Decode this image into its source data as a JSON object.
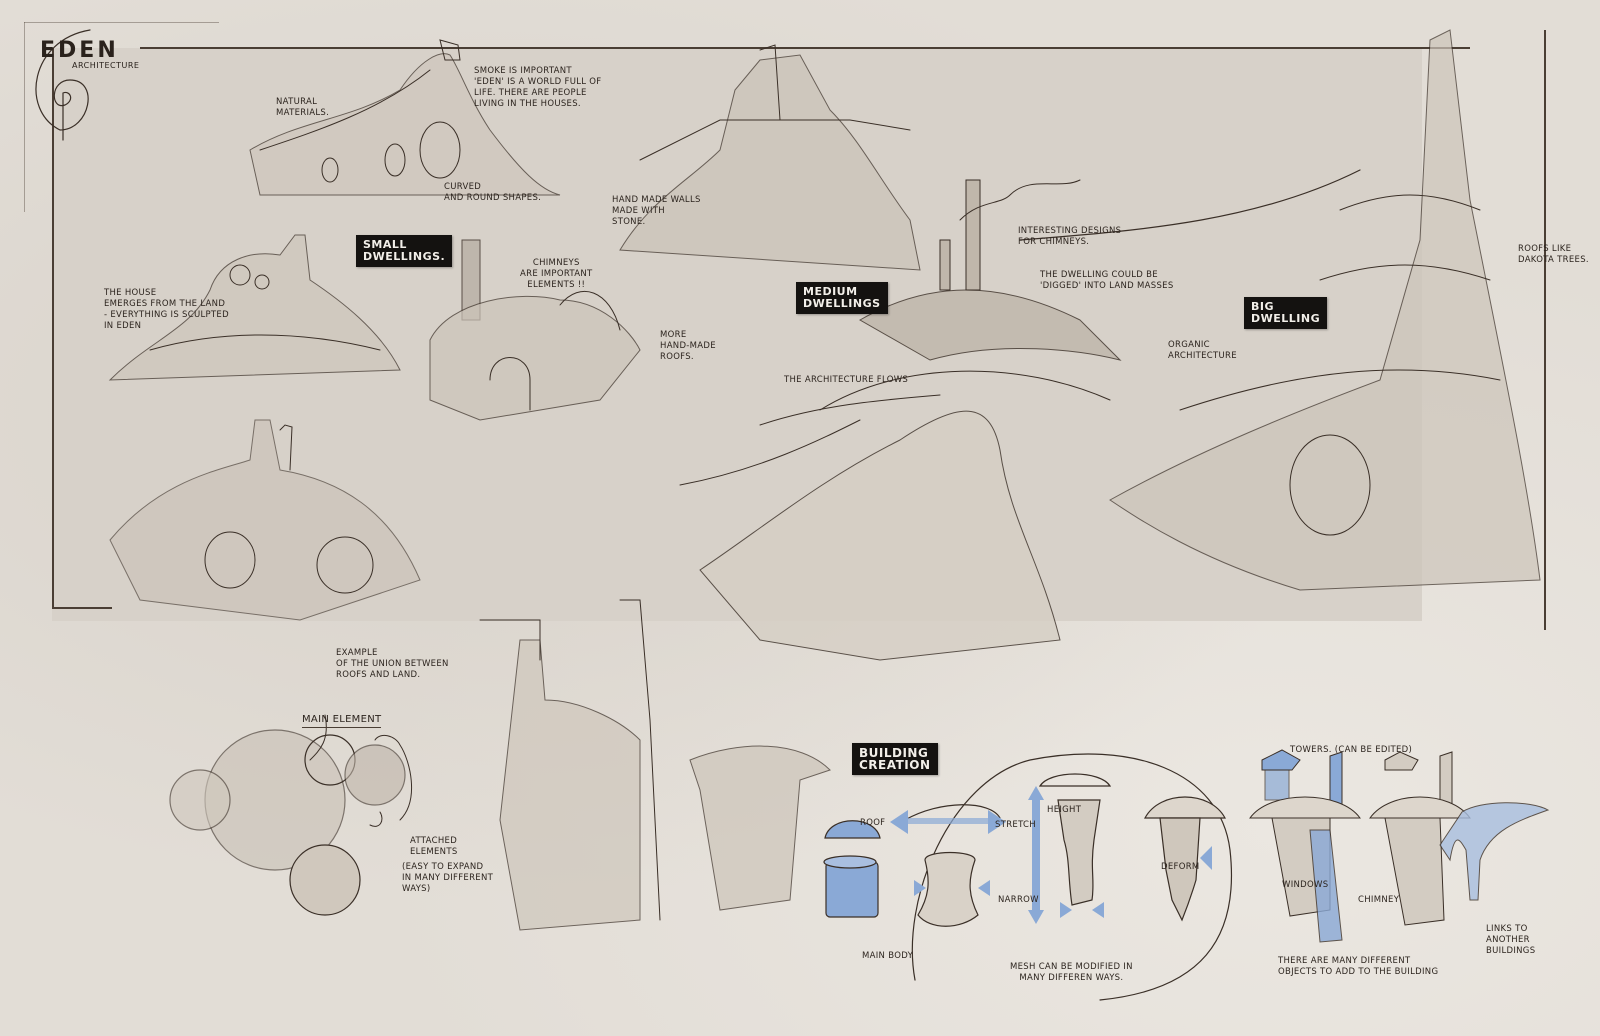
{
  "header": {
    "title": "EDEN",
    "subtitle": "Architecture"
  },
  "sections": {
    "small_dwellings": "SMALL\nDWELLINGS.",
    "medium_dwellings": "MEDIUM\nDWELLINGS",
    "big_dwelling": "BIG\nDWELLING",
    "building_creation": "BUILDING\nCREATION"
  },
  "annotations": {
    "natural_materials": "Natural\nmaterials.",
    "smoke_important": "Smoke is important\n'Eden' is a world full of\nlife. There are people\nliving in the houses.",
    "curved_round": "Curved\nand round shapes.",
    "house_emerges": "The house\nemerges from the land\n- everything is sculpted\nin Eden",
    "chimneys_important": "Chimneys\nare important\nelements !!",
    "more_handmade_roofs": "More\nhand-made\nroofs.",
    "handmade_walls": "Hand made walls\nmade with\nstone.",
    "interesting_chimneys": "Interesting designs\nfor chimneys.",
    "digged_dwelling": "The dwelling could be\n'digged' into land masses",
    "organic_architecture": "Organic\narchitecture",
    "architecture_flows": "The architecture flows",
    "roofs_dakota": "Roofs like\ndakota trees.",
    "union_roofs_land": "Example\nof the union between\nroofs and land.",
    "main_element": "Main Element",
    "attached_elements": "Attached\nelements",
    "easy_expand": "(Easy to expand\nin many different\nways)"
  },
  "building_creation": {
    "roof": "Roof",
    "main_body": "Main body",
    "stretch": "Stretch",
    "narrow": "Narrow",
    "height": "Height",
    "deform": "Deform",
    "mesh_note": "Mesh can be modified in\nmany differen ways.",
    "towers": "Towers. (can be edited)",
    "windows": "Windows",
    "chimney": "Chimney",
    "links": "Links to\nanother\nbuildings",
    "objects_note": "There are many different\nobjects to add to the building"
  },
  "colors": {
    "paper": "#e2ddd6",
    "panel": "#d7d1c9",
    "ink": "#2a221c",
    "tag_bg": "#141210",
    "blue_accent": "#8aa9d6"
  }
}
